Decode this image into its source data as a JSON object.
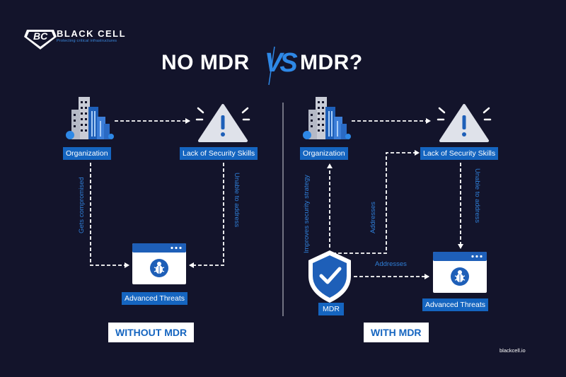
{
  "brand": {
    "logo_text": "BC",
    "name": "BLACK CELL",
    "tagline": "Protecting critical infrastructures"
  },
  "title": {
    "left": "NO MDR",
    "vs": "VS",
    "right": "MDR?"
  },
  "left_panel": {
    "nodes": {
      "organization": "Organization",
      "lack_skills": "Lack of Security Skills",
      "threats": "Advanced Threats"
    },
    "edges": {
      "gets_compromised": "Gets compromised",
      "unable_to_address": "Unable to address"
    },
    "section_label": "WITHOUT MDR"
  },
  "right_panel": {
    "nodes": {
      "organization": "Organization",
      "lack_skills": "Lack of Security Skills",
      "threats": "Advanced Threats",
      "mdr": "MDR"
    },
    "edges": {
      "improves_strategy": "Improves security strategy",
      "addresses_vertical": "Addresses",
      "addresses_horizontal": "Addresses",
      "unable_to_address": "Unable to address"
    },
    "section_label": "WITH MDR"
  },
  "footer": {
    "url": "blackcell.io"
  },
  "colors": {
    "background": "#13142b",
    "accent": "#1565c0",
    "edge_text": "#2f7fd8",
    "dashed_line": "#ffffff"
  },
  "icons": [
    "shield-logo-icon",
    "building-icon",
    "warning-icon",
    "browser-bug-icon",
    "shield-check-icon"
  ]
}
